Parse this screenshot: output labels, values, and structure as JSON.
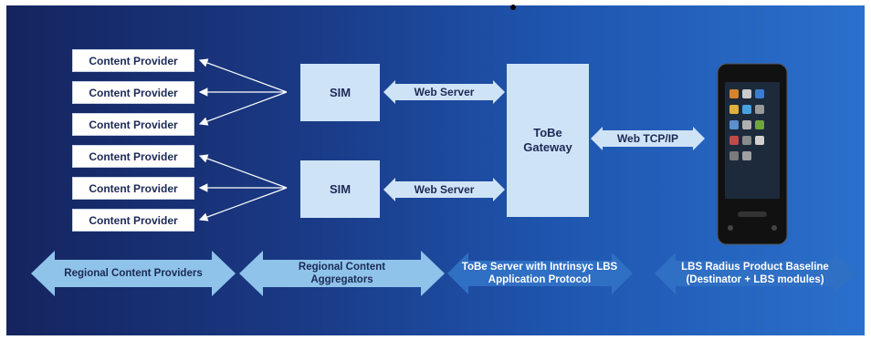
{
  "content_providers": [
    "Content Provider",
    "Content Provider",
    "Content Provider",
    "Content Provider",
    "Content Provider",
    "Content Provider"
  ],
  "sim_top": "SIM",
  "sim_bottom": "SIM",
  "web_server_top": "Web Server",
  "web_server_bottom": "Web Server",
  "gateway": "ToBe Gateway",
  "tcp_link": "Web TCP/IP",
  "bands": {
    "b1": "Regional Content Providers",
    "b2": "Regional Content Aggregators",
    "b3": "ToBe Server with Intrinsyc LBS Application Protocol",
    "b4": "LBS Radius Product Baseline (Destinator + LBS modules)"
  },
  "colors": {
    "box_fill": "#cfe3f7",
    "panel": "#1a3a86",
    "text_dark": "#1b2a55"
  }
}
